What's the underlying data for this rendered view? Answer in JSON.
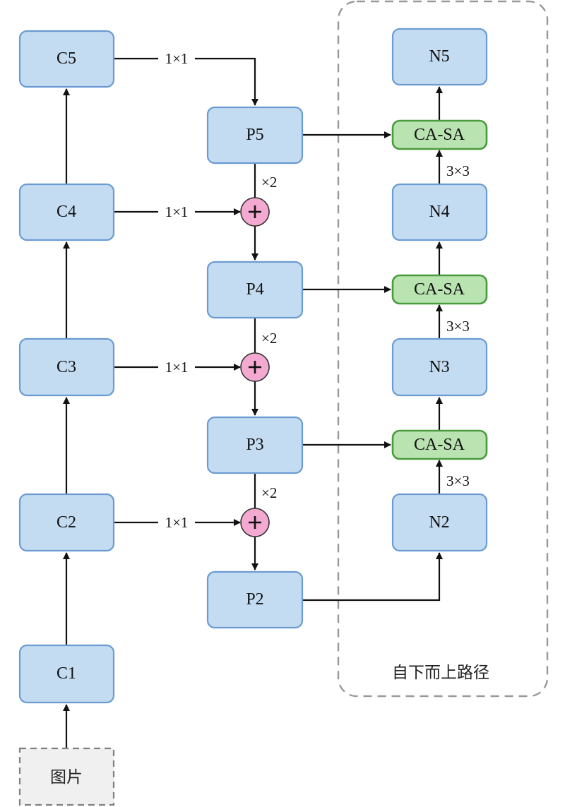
{
  "nodes": {
    "c1": "C1",
    "c2": "C2",
    "c3": "C3",
    "c4": "C4",
    "c5": "C5",
    "p2": "P2",
    "p3": "P3",
    "p4": "P4",
    "p5": "P5",
    "n2": "N2",
    "n3": "N3",
    "n4": "N4",
    "n5": "N5",
    "att_lower": "CA-SA",
    "att_middle": "CA-SA",
    "att_upper": "CA-SA",
    "input": "图片"
  },
  "edge_labels": {
    "c5_to_p5": "1×1",
    "c4_lateral": "1×1",
    "c3_lateral": "1×1",
    "c2_lateral": "1×1",
    "p5_upsample": "×2",
    "p4_upsample": "×2",
    "p3_upsample": "×2",
    "n2_conv": "3×3",
    "n3_conv": "3×3",
    "n4_conv": "3×3"
  },
  "group_label": "自下而上路径",
  "colors": {
    "node_fill": "#c4dcf2",
    "node_border": "#6b9bd2",
    "attention_fill": "#b9e3b0",
    "attention_border": "#4a9a3e",
    "fuse_fill": "#f3a9d0",
    "input_fill": "#f0f0f0",
    "group_border": "#999999"
  }
}
